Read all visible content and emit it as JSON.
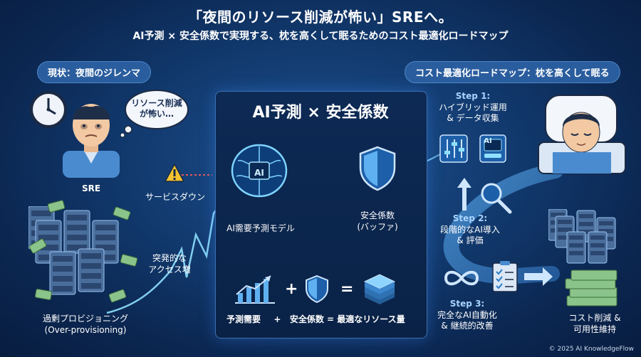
{
  "title": "「夜間のリソース削減が怖い」SREへ。",
  "subtitle": "AI予測 × 安全係数で実現する、枕を高くして眠るためのコスト最適化ロードマップ",
  "left_panel": {
    "header": "現状：夜間のジレンマ",
    "sre_label": "SRE",
    "bubble_line1": "リソース削減",
    "bubble_line2": "が怖い…",
    "service_down": "サービスダウン",
    "spike_line1": "突発的な",
    "spike_line2": "アクセス増",
    "overprov_line1": "過剰プロビジョニング",
    "overprov_line2": "(Over-provisioning)"
  },
  "center_panel": {
    "title": "AI予測 × 安全係数",
    "brain_text": "AI",
    "ai_model_label": "AI需要予測モデル",
    "safety_line1": "安全係数",
    "safety_line2": "(バッファ)",
    "plus_sign": "+",
    "equals_sign": "=",
    "formula": {
      "term1": "予測需要",
      "plus": "+",
      "term2": "安全係数",
      "equals": "=",
      "result": "最適なリソース量"
    }
  },
  "right_panel": {
    "header": "コスト最適化ロードマップ：枕を高くして眠る",
    "step1": {
      "title": "Step 1:",
      "line1": "ハイブリッド運用",
      "line2": "& データ収集",
      "panel_text": "AI"
    },
    "step2": {
      "title": "Step 2:",
      "line1": "段階的なAI導入",
      "line2": "& 評価"
    },
    "step3": {
      "title": "Step 3:",
      "line1": "完全なAI自動化",
      "line2": "& 継続的改善"
    },
    "result_line1": "コスト削減 &",
    "result_line2": "可用性維持"
  },
  "footer": {
    "copyright": "© 2025 AI KnowledgeFlow"
  },
  "colors": {
    "background": "#123b70",
    "pill": "#2a5d9e",
    "accent_glow": "#6fd0ff",
    "warning": "#f2c230",
    "alert_red": "#e05a5a",
    "money_green": "#8bc48a"
  },
  "icons": [
    "clock-icon",
    "person-icon",
    "warning-icon",
    "server-rack-icon",
    "money-icon",
    "brain-icon",
    "shield-icon",
    "chart-icon",
    "database-stack-icon",
    "sleeping-person-icon",
    "control-panel-icon",
    "magnifier-icon",
    "infinity-icon",
    "checklist-icon",
    "arrow-up-icon",
    "arrow-right-icon"
  ]
}
